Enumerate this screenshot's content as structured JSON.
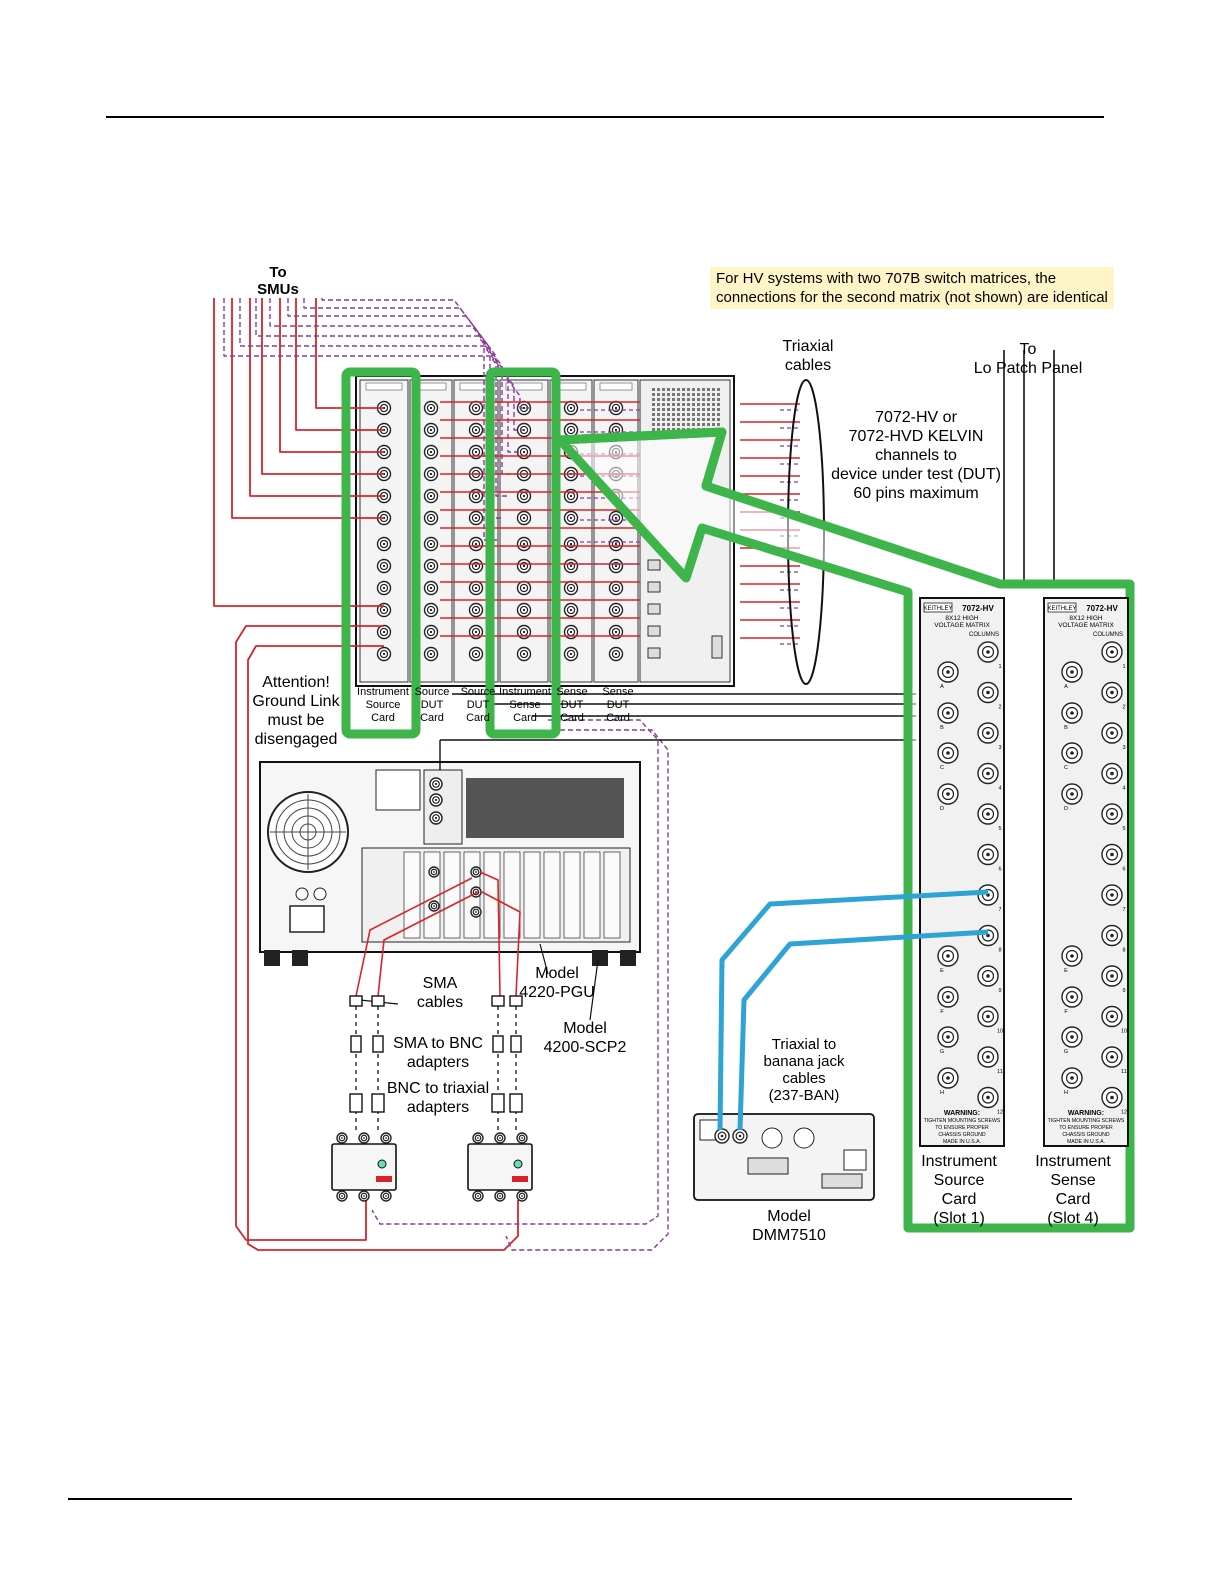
{
  "note": {
    "lines": [
      "For HV systems with two 707B switch matrices, the",
      "connections for the second matrix (not shown) are identical"
    ]
  },
  "labels": {
    "to_smus": [
      "To",
      "SMUs"
    ],
    "triaxial_cables": [
      "Triaxial",
      "cables"
    ],
    "to_lo_patch": [
      "To",
      "Lo Patch Panel"
    ],
    "kelvin": [
      "7072-HV or",
      "7072-HVD KELVIN",
      "channels to",
      "device under test (DUT)",
      "60 pins maximum"
    ],
    "attention": [
      "Attention!",
      "Ground Link",
      "must be",
      "disengaged"
    ],
    "sma_cables": [
      "SMA",
      "cables"
    ],
    "sma_bnc": [
      "SMA to BNC",
      "adapters"
    ],
    "bnc_triax": [
      "BNC to triaxial",
      "adapters"
    ],
    "model_pgu": [
      "Model",
      "4220-PGU"
    ],
    "model_scp2": [
      "Model",
      "4200-SCP2"
    ],
    "triax_banana": [
      "Triaxial to",
      "banana jack",
      "cables",
      "(237-BAN)"
    ],
    "model_dmm": [
      "Model",
      "DMM7510"
    ],
    "inst_source_slot": [
      "Instrument",
      "Source",
      "Card",
      "(Slot 1)"
    ],
    "inst_sense_slot": [
      "Instrument",
      "Sense",
      "Card",
      "(Slot 4)"
    ]
  },
  "matrix_cards": [
    [
      "Instrument",
      "Source",
      "Card"
    ],
    [
      "Source",
      "DUT",
      "Card"
    ],
    [
      "Source",
      "DUT",
      "Card"
    ],
    [
      "Instrument",
      "Sense",
      "Card"
    ],
    [
      "Sense",
      "DUT",
      "Card"
    ],
    [
      "Sense",
      "DUT",
      "Card"
    ]
  ],
  "card_panel": {
    "brand": "KEITHLEY",
    "model": "7072-HV",
    "title_lines": [
      "8X12 HIGH",
      "VOLTAGE MATRIX"
    ],
    "columns_label": "COLUMNS",
    "rows": [
      "A",
      "B",
      "C",
      "D",
      "E",
      "F",
      "G",
      "H"
    ],
    "column_numbers": [
      "1",
      "2",
      "3",
      "4",
      "5",
      "6",
      "7",
      "8",
      "9",
      "10",
      "11",
      "12"
    ],
    "warning_lines": [
      "WARNING:",
      "TIGHTEN MOUNTING SCREWS",
      "TO ENSURE PROPER",
      "CHASSIS GROUND",
      "MADE IN U.S.A."
    ]
  },
  "colors": {
    "green": "#3db54a",
    "red": "#d9232a",
    "purple": "#8b3a9e",
    "blue": "#2ea3d6",
    "note_bg": "#fdf5c8",
    "panel": "#f1f1f1"
  }
}
